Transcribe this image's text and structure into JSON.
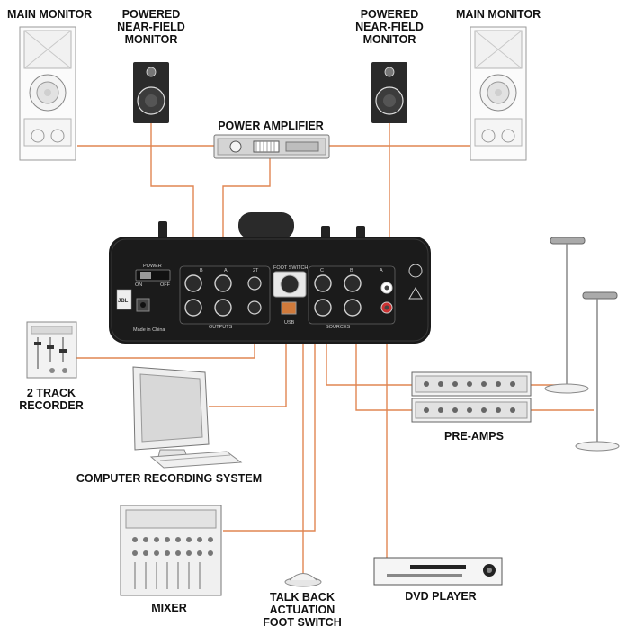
{
  "labels": {
    "main_monitor_left": "MAIN MONITOR",
    "main_monitor_right": "MAIN MONITOR",
    "nf_left_1": "POWERED",
    "nf_left_2": "NEAR-FIELD",
    "nf_left_3": "MONITOR",
    "nf_right_1": "POWERED",
    "nf_right_2": "NEAR-FIELD",
    "nf_right_3": "MONITOR",
    "power_amplifier": "POWER AMPLIFIER",
    "recorder_1": "2 TRACK",
    "recorder_2": "RECORDER",
    "computer": "COMPUTER RECORDING SYSTEM",
    "pre_amps": "PRE-AMPS",
    "mixer": "MIXER",
    "talkback_1": "TALK BACK",
    "talkback_2": "ACTUATION",
    "talkback_3": "FOOT SWITCH",
    "dvd": "DVD PLAYER"
  },
  "panel": {
    "power": "POWER",
    "on": "ON",
    "off": "OFF",
    "outputs": "OUTPUTS",
    "sources": "SOURCES",
    "foot_switch": "FOOT SWITCH",
    "usb": "USB",
    "made_in": "Made in China",
    "brand": "JBL",
    "col_b_out": "B",
    "col_a_out": "A",
    "col_2t": "2T",
    "col_c": "C",
    "col_b_src": "B",
    "col_a_src": "A"
  },
  "colors": {
    "wire": "#e08552",
    "panel": "#1b1b1b",
    "label": "#111111"
  }
}
